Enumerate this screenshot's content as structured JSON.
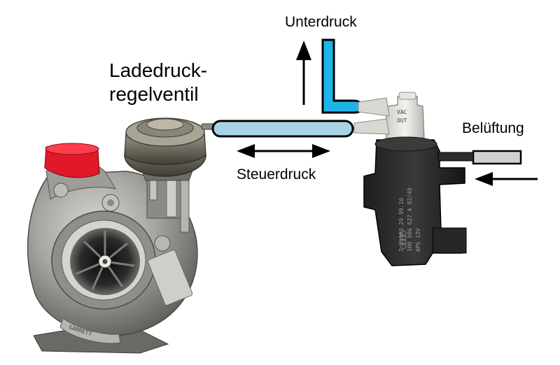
{
  "labels": {
    "wastegate_line1": "Ladedruck-",
    "wastegate_line2": "regelventil",
    "vacuum": "Unterdruck",
    "control_pressure": "Steuerdruck",
    "venting": "Belüftung"
  },
  "valve_markings": {
    "port_top": "VAC",
    "port_bottom": "OUT",
    "line1": "APG   12V",
    "line2": "1H0 906 627 A 02/49",
    "line3": "7.21903.29  99.16"
  },
  "turbo_markings": {
    "brand": "GARRETT"
  },
  "colors": {
    "hose_fill": "#a8d3e6",
    "vacuum_fill": "#1eb4e8",
    "vent_fill": "#d0d0d0",
    "outline": "#000000",
    "red_cap": "#e0182a"
  },
  "icons": {
    "arrow_up": "arrow-up-icon",
    "arrow_double": "double-arrow-icon",
    "arrow_left": "arrow-left-icon"
  }
}
